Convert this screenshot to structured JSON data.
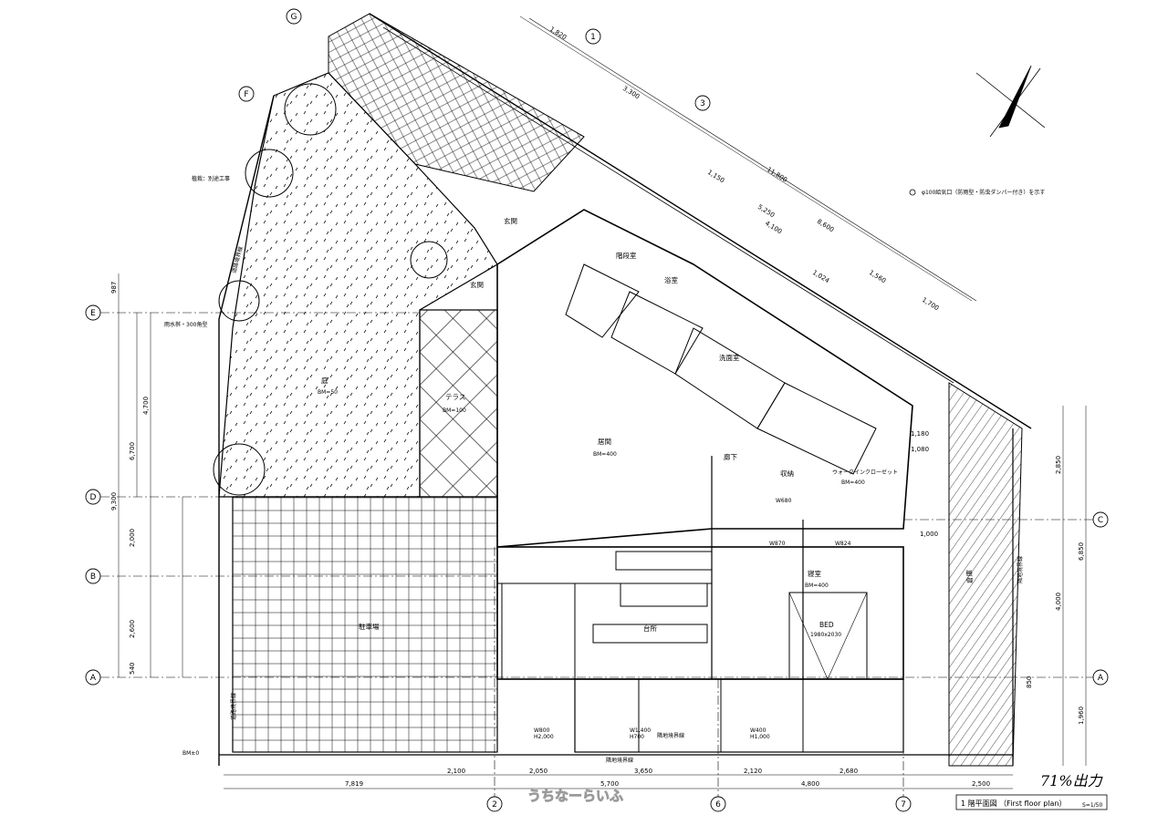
{
  "grid_labels": {
    "g": "G",
    "f": "F",
    "e": "E",
    "d": "D",
    "c": "C",
    "b": "B",
    "a": "A",
    "a_right": "A",
    "c_right": "C",
    "n1": "1",
    "n2": "2",
    "n3": "3",
    "n6": "6",
    "n7": "7"
  },
  "dimensions": {
    "top_1820": "1,820",
    "top_3300": "3,300",
    "top_11800": "11,800",
    "top_1150": "1,150",
    "top_5250": "5,250",
    "top_8600": "8,600",
    "top_4100": "4,100",
    "top_1024": "1,024",
    "top_1560": "1,560",
    "top_1700": "1,700",
    "left_987": "987",
    "left_9300": "9,300",
    "left_6700": "6,700",
    "left_4700": "4,700",
    "left_2000": "2,000",
    "left_2600": "2,600",
    "left_540": "540",
    "bottom_7819": "7,819",
    "bottom_2050": "2,050",
    "bottom_3650": "3,650",
    "bottom_2120": "2,120",
    "bottom_2680": "2,680",
    "bottom_2100": "2,100",
    "bottom_5700": "5,700",
    "bottom_4800": "4,800",
    "bottom_2500": "2,500",
    "right_2850": "2,850",
    "right_6850": "6,850",
    "right_4000": "4,000",
    "right_1960": "1,960",
    "right_1000": "1,000",
    "right_850": "850",
    "right_1180": "1,180",
    "right_1080": "1,080"
  },
  "rooms": {
    "living": "居間",
    "living_bm": "BM=400",
    "bedroom": "寝室",
    "bedroom_bm": "BM=400",
    "walkin": "ウォークインクローゼット",
    "walkin_bm": "BM=400",
    "garden": "庭",
    "garden_bm": "BM=50",
    "terrace": "テラス",
    "terrace_bm": "BM=100",
    "parking": "駐車場",
    "entrance": "玄関",
    "genkan": "玄関",
    "hall": "廊下",
    "storage": "収納",
    "kitchen": "台所",
    "bath": "浴室",
    "washroom": "洗面室",
    "stair": "階段室",
    "warehouse": "倉庫",
    "bed_label": "BED",
    "bed_size": "1980x2030"
  },
  "notes": {
    "boundary": "隣地境界線",
    "road_boundary": "道路境界線",
    "vent": "φ100給気口（防雨型・防虫ダンパー付き）を示す",
    "scale": "S=1/50",
    "title": "1 階平面図 （First floor plan）",
    "output": "71%出力",
    "watermark": "うちなーらいふ",
    "bm0": "BM±0",
    "bm50": "BM=50",
    "planting": "植栽：別途工事",
    "drain": "雨水桝・300角型"
  },
  "doors": {
    "w800_h2000": "W800\nH2,000",
    "w1400_h700": "W1,400\nH700",
    "w400_h1000": "W400\nH1,000",
    "w870": "W870",
    "w824": "W824",
    "w680": "W680"
  }
}
